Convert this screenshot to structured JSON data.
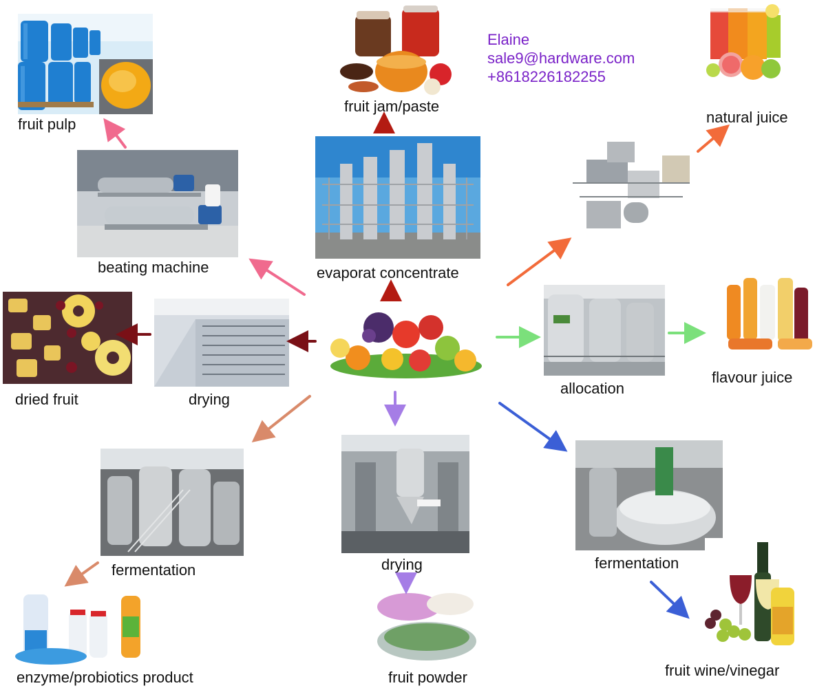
{
  "contact": {
    "name": "Elaine",
    "email": "sale9@hardware.com",
    "phone": "+8618226182255"
  },
  "labels": {
    "fruit_pulp": "fruit pulp",
    "fruit_jam_paste": "fruit jam/paste",
    "natural_juice": "natural juice",
    "beating_machine": "beating machine",
    "evaporat_concentrate": "evaporat concentrate",
    "dried_fruit": "dried fruit",
    "drying_left": "drying",
    "allocation": "allocation",
    "flavour_juice": "flavour juice",
    "fermentation_left": "fermentation",
    "drying_center": "drying",
    "fermentation_right": "fermentation",
    "enzyme_probiotics_product": "enzyme/probiotics product",
    "fruit_powder": "fruit powder",
    "fruit_wine_vinegar": "fruit wine/vinegar"
  },
  "arrow_colors": {
    "pink": "#f06a8e",
    "dark_red": "#b31b12",
    "orange": "#f26b3a",
    "maroon": "#7a1016",
    "green": "#7be07b",
    "tan": "#d98a6a",
    "lavender": "#a57de6",
    "blue": "#3b5fd6"
  }
}
